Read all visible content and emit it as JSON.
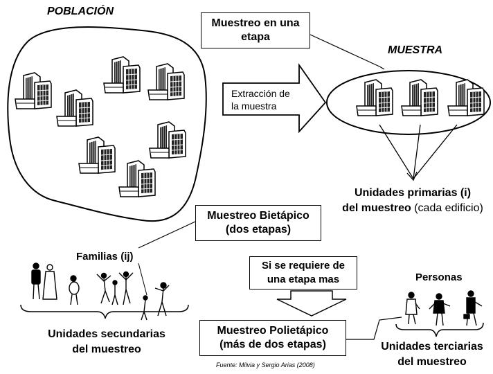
{
  "poblacion_title": "POBLACIÓN",
  "muestra_title": "MUESTRA",
  "box_etapa_line1": "Muestreo en una",
  "box_etapa_line2": "etapa",
  "arrow_line1": "Extracción de",
  "arrow_line2": "la muestra",
  "primarias_line1": "Unidades primarias (i)",
  "primarias_line2_bold": "del muestreo",
  "primarias_line2_normal": " (cada edificio)",
  "bietapico_line1": "Muestreo Bietápico",
  "bietapico_line2": "(dos etapas)",
  "familias_label": "Familias (ij)",
  "requiere_line1": "Si se requiere de",
  "requiere_line2": "una etapa mas",
  "personas_label": "Personas",
  "secundarias_line1": "Unidades secundarias",
  "secundarias_line2": "del muestreo",
  "polietapico_line1": "Muestreo Polietápico",
  "polietapico_line2": "(más de dos etapas)",
  "terciarias_line1": "Unidades terciarias",
  "terciarias_line2": "del muestreo",
  "fuente": "Fuente: Milvia y Sergio Arias (2008)",
  "icons": [
    "building-icon",
    "family-icon",
    "person-icon"
  ]
}
